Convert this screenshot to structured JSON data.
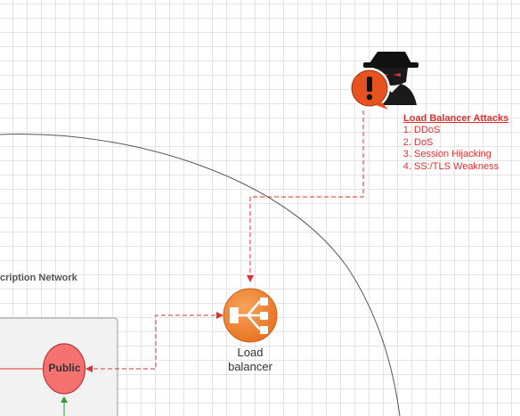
{
  "network": {
    "label": "cription Network"
  },
  "public_node": {
    "label": "Public"
  },
  "load_balancer": {
    "label_line1": "Load",
    "label_line2": "balancer"
  },
  "attacks": {
    "title": "Load Balancer Attacks",
    "items": [
      "DDoS",
      "DoS",
      "Session Hijacking",
      "SS:/TLS Weakness"
    ]
  },
  "colors": {
    "attack_red": "#e03131",
    "lb_orange": "#f58536",
    "public_fill": "#f87171",
    "arrow_green": "#2e9e2e"
  }
}
